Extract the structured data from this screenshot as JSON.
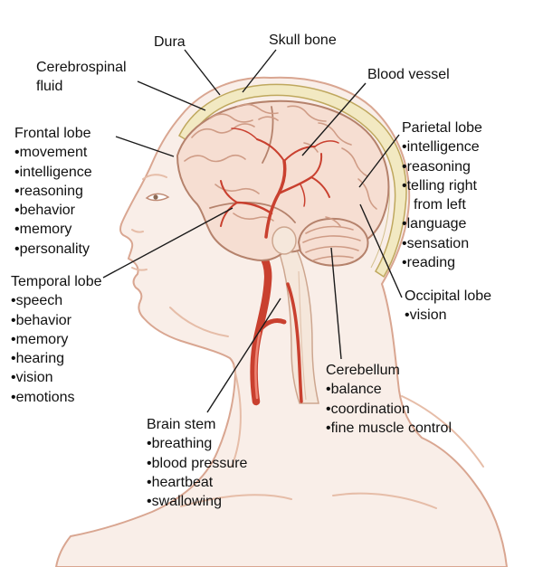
{
  "labels": {
    "dura": {
      "label": "Dura"
    },
    "skull_bone": {
      "label": "Skull bone"
    },
    "cerebrospinal_fluid": {
      "label": "Cerebrospinal fluid"
    },
    "blood_vessel": {
      "label": "Blood vessel"
    },
    "frontal_lobe": {
      "label": "Frontal lobe",
      "items": [
        "movement",
        "intelligence",
        "reasoning",
        "behavior",
        "memory",
        "personality"
      ]
    },
    "parietal_lobe": {
      "label": "Parietal lobe",
      "items": [
        "intelligence",
        "reasoning",
        "telling right from left",
        "language",
        "sensation",
        "reading"
      ]
    },
    "temporal_lobe": {
      "label": "Temporal lobe",
      "items": [
        "speech",
        "behavior",
        "memory",
        "hearing",
        "vision",
        "emotions"
      ]
    },
    "occipital_lobe": {
      "label": "Occipital lobe",
      "items": [
        "vision"
      ]
    },
    "cerebellum": {
      "label": "Cerebellum",
      "items": [
        "balance",
        "coordination",
        "fine muscle control"
      ]
    },
    "brain_stem": {
      "label": "Brain stem",
      "items": [
        "breathing",
        "blood pressure",
        "heartbeat",
        "swallowing"
      ]
    }
  },
  "colors": {
    "bg": "#ffffff",
    "ink": "#111111",
    "line": "#1a1a1a",
    "skin": "#f9eee8",
    "skin_line": "#d9a691",
    "skull": "#f2e9c2",
    "skull_line": "#bfa85e",
    "brain": "#f6ded2",
    "brain_line": "#b5826c",
    "brain_fold": "#cf9c86",
    "artery": "#c9402f",
    "stem": "#f5e7db"
  }
}
